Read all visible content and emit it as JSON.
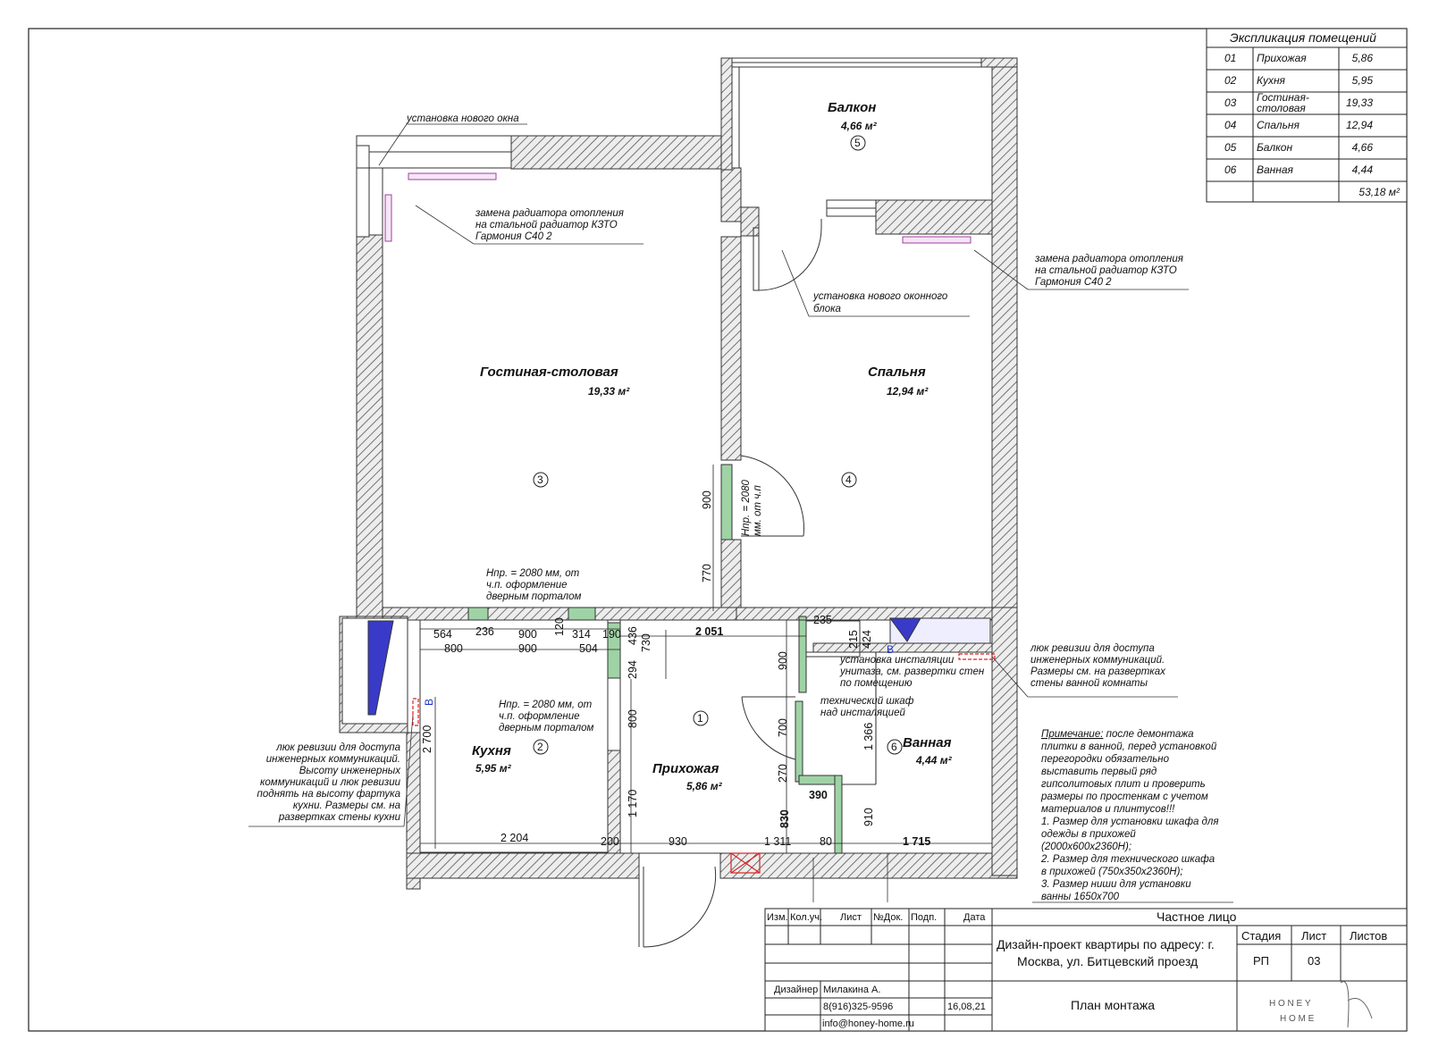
{
  "rooms": {
    "balcony": {
      "name": "Балкон",
      "area": "4,66 м²",
      "num": "5"
    },
    "living": {
      "name": "Гостиная-столовая",
      "area": "19,33 м²",
      "num": "3"
    },
    "bedroom": {
      "name": "Спальня",
      "area": "12,94 м²",
      "num": "4"
    },
    "kitchen": {
      "name": "Кухня",
      "area": "5,95 м²",
      "num": "2"
    },
    "hall": {
      "name": "Прихожая",
      "area": "5,86 м²",
      "num": "1"
    },
    "bath": {
      "name": "Ванная",
      "area": "4,44 м²",
      "num": "6"
    }
  },
  "notes": {
    "new_window": "установка нового окна",
    "radiator1": [
      "замена радиатора отопления",
      "на стальной радиатор  КЗТО",
      "Гармония С40 2"
    ],
    "radiator2": [
      "замена радиатора отопления",
      "на стальной радиатор  КЗТО",
      "Гармония С40 2"
    ],
    "new_window_block": [
      "установка нового оконного",
      "блока"
    ],
    "opening_vertical": [
      "Нпр. = 2080",
      "мм. от ч.п"
    ],
    "portal1": [
      "Нпр. = 2080 мм, от",
      "ч.п. оформление",
      "дверным порталом"
    ],
    "portal2": [
      "Нпр. = 2080 мм, от",
      "ч.п. оформление",
      "дверным порталом"
    ],
    "hatch_bath": [
      "люк ревизии для доступа",
      "инженерных коммуникаций.",
      "Размеры см. на развертках",
      "стены ванной комнаты"
    ],
    "toilet": [
      "установка инсталяции",
      "унитаза, см. развертки стен",
      "по помещению"
    ],
    "tech_cabinet": [
      "технический шкаф",
      "над инсталяцией"
    ],
    "hatch_kitchen": [
      "люк ревизии для доступа",
      "инженерных коммуникаций.",
      "Высоту инженерных",
      "коммуникаций и люк ревизии",
      "поднять на высоту фартука",
      "кухни. Размеры см. на",
      "развертках стены кухни"
    ],
    "remark_title": "Примечание:",
    "remark": [
      " после демонтажа",
      "плитки в ванной, перед установкой",
      "перегородки обязательно",
      "выставить первый ряд",
      "гипсолитовых плит и проверить",
      "размеры по простенкам с учетом",
      "материалов и плинтусов!!!",
      "1. Размер для установки шкафа для",
      "одежды в прихожей",
      "(2000х600х2360Н);",
      "2. Размер для технического шкафа",
      "в прихожей (750х350х2360Н);",
      "3. Размер ниши для установки",
      "ванны 1650х700"
    ]
  },
  "dims": [
    "900",
    "770",
    "564",
    "236",
    "900",
    "120",
    "314",
    "190",
    "800",
    "900",
    "504",
    "436",
    "730",
    "294",
    "2 051",
    "900",
    "235",
    "215",
    "424",
    "2 700",
    "800",
    "700",
    "1 366",
    "270",
    "390",
    "830",
    "910",
    "1 170",
    "2 204",
    "200",
    "930",
    "1 311",
    "80",
    "1 715"
  ],
  "hatch_marks": [
    "В",
    "В"
  ],
  "explication": {
    "title": "Экспликация помещений",
    "rows": [
      {
        "num": "01",
        "name": "Прихожая",
        "area": "5,86"
      },
      {
        "num": "02",
        "name": "Кухня",
        "area": "5,95"
      },
      {
        "num": "03",
        "name": [
          "Гостиная-",
          "столовая"
        ],
        "area": "19,33"
      },
      {
        "num": "04",
        "name": "Спальня",
        "area": "12,94"
      },
      {
        "num": "05",
        "name": "Балкон",
        "area": "4,66"
      },
      {
        "num": "06",
        "name": "Ванная",
        "area": "4,44"
      }
    ],
    "total": "53,18 м²"
  },
  "stamp": {
    "headers": [
      "Изм.",
      "Кол.уч.",
      "Лист",
      "№Док.",
      "Подп.",
      "Дата"
    ],
    "client": "Частное лицо",
    "project": [
      "Дизайн-проект квартиры по адресу: г.",
      "Москва, ул. Битцевский проезд"
    ],
    "stage_label": "Стадия",
    "sheet_label": "Лист",
    "sheets_label": "Листов",
    "stage": "РП",
    "sheet": "03",
    "designer_label": "Дизайнер",
    "designer": "Милакина А.",
    "phone": "8(916)325-9596",
    "date": "16,08,21",
    "email": "info@honey-home.ru",
    "title": "План монтажа",
    "logo_top": "H O N E Y",
    "logo_bottom": "H O M E"
  }
}
